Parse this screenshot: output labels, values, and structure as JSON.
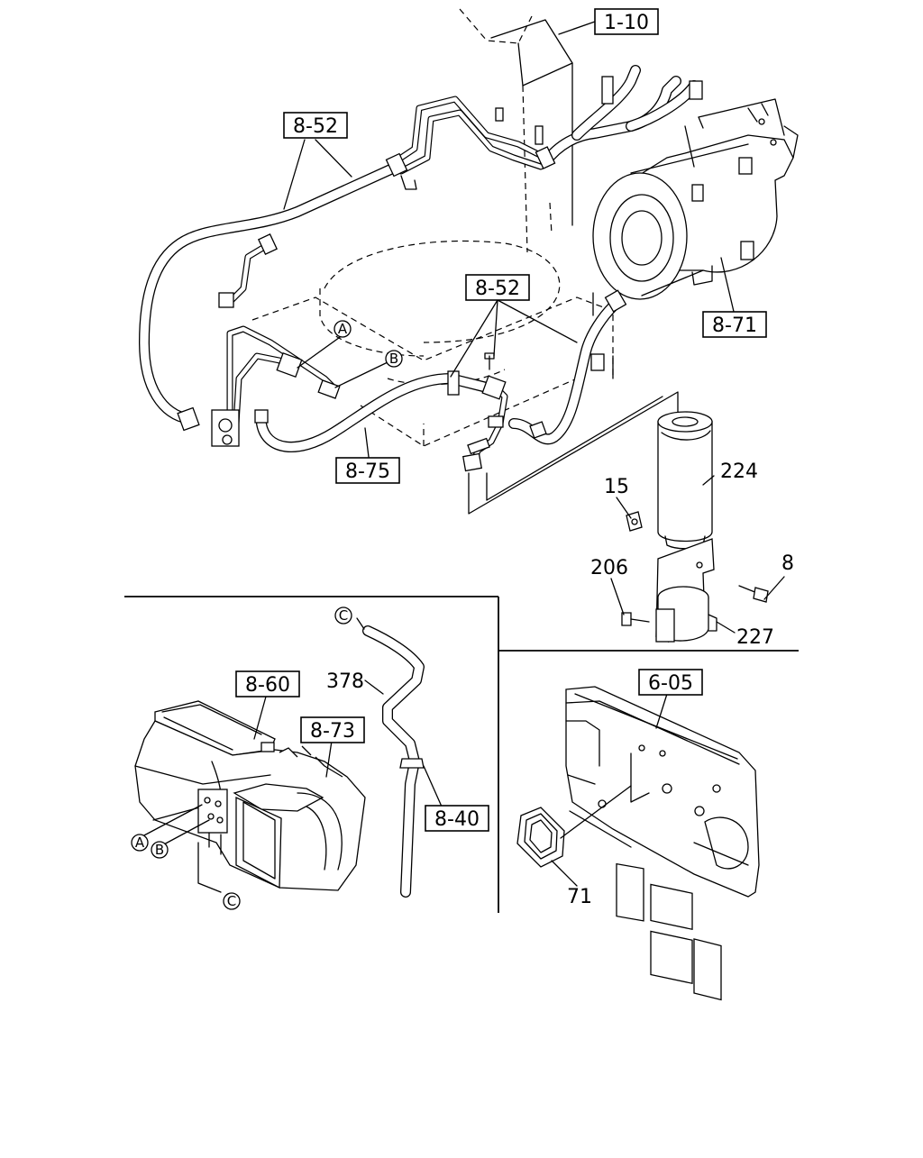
{
  "labels": {
    "ref_1_10": "1-10",
    "ref_8_52_top": "8-52",
    "ref_8_52_mid": "8-52",
    "ref_8_71": "8-71",
    "ref_8_75": "8-75",
    "ref_8_60": "8-60",
    "ref_8_73": "8-73",
    "ref_8_40": "8-40",
    "ref_6_05": "6-05",
    "part_224": "224",
    "part_15": "15",
    "part_206": "206",
    "part_8": "8",
    "part_227": "227",
    "part_378": "378",
    "part_71": "71"
  },
  "connectors": {
    "a": "A",
    "b": "B",
    "c": "C"
  }
}
